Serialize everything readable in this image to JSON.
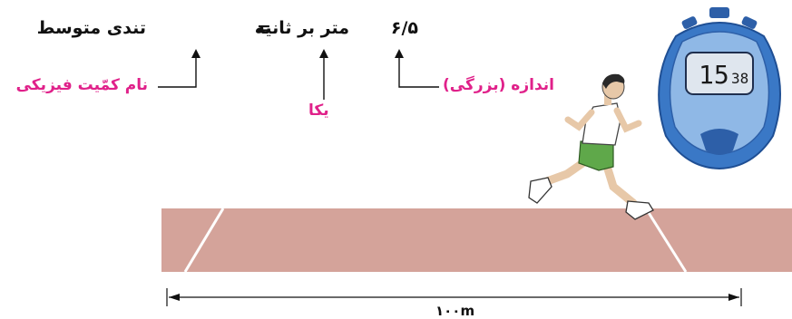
{
  "equation": {
    "quantity_name": "تندی متوسط",
    "equals": "=",
    "unit": "متر بر ثانیه",
    "magnitude": "۶/۵"
  },
  "labels": {
    "quantity_name_label": "نام کمّیت فیزیکی",
    "unit_label": "یکا",
    "magnitude_label": "اندازه (بزرگی)"
  },
  "stopwatch": {
    "display": "15:38",
    "display_main": "15",
    "display_small": "38"
  },
  "track": {
    "distance_label": "۱۰۰m"
  },
  "colors": {
    "accent_pink": "#e0218a",
    "track": "#d4a39a",
    "stopwatch_blue": "#3a78c6",
    "runner_shorts": "#5fa84a"
  }
}
